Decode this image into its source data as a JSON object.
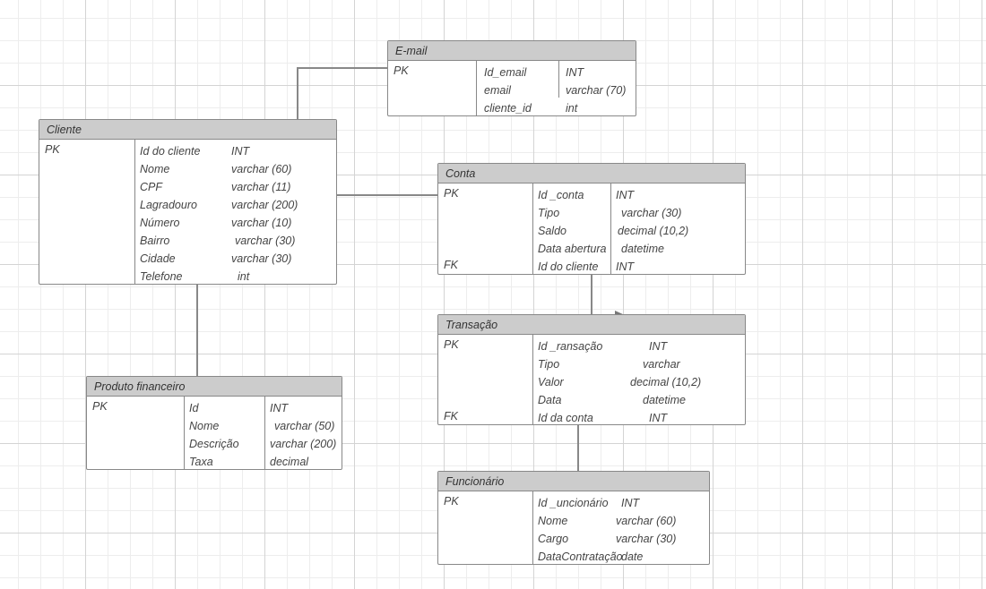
{
  "diagram": {
    "title": "ER Diagram",
    "background": "#ffffff",
    "grid_minor_color": "#ededed",
    "grid_major_color": "#d4d4d4",
    "header_fill": "#cccccc",
    "border_color": "#888888",
    "connector_color": "#888888"
  },
  "entities": [
    {
      "id": "email",
      "name": "E-mail",
      "keys": [
        {
          "label": "PK",
          "row": 0
        }
      ],
      "fields": [
        {
          "name": "Id_email",
          "type": "INT"
        },
        {
          "name": "email",
          "type": "varchar (70)"
        },
        {
          "name": "cliente_id",
          "type": "int"
        }
      ]
    },
    {
      "id": "cliente",
      "name": "Cliente",
      "keys": [
        {
          "label": "PK",
          "row": 0
        }
      ],
      "fields": [
        {
          "name": "Id do cliente",
          "type": "INT"
        },
        {
          "name": "Nome",
          "type": "varchar (60)"
        },
        {
          "name": "CPF",
          "type": "varchar (11)"
        },
        {
          "name": "Lagradouro",
          "type": "varchar (200)"
        },
        {
          "name": "Número",
          "type": "varchar (10)"
        },
        {
          "name": "Bairro",
          "type": "varchar (30)"
        },
        {
          "name": "Cidade",
          "type": "varchar (30)"
        },
        {
          "name": "Telefone",
          "type": "int"
        }
      ]
    },
    {
      "id": "conta",
      "name": "Conta",
      "keys": [
        {
          "label": "PK",
          "row": 0
        },
        {
          "label": "FK",
          "row": 4
        }
      ],
      "fields": [
        {
          "name": "Id _conta",
          "type": "INT"
        },
        {
          "name": "Tipo",
          "type": "varchar (30)"
        },
        {
          "name": "Saldo",
          "type": "decimal (10,2)"
        },
        {
          "name": "Data abertura",
          "type": "datetime"
        },
        {
          "name": "Id do cliente",
          "type": "INT"
        }
      ]
    },
    {
      "id": "transacao",
      "name": "Transação",
      "keys": [
        {
          "label": "PK",
          "row": 0
        },
        {
          "label": "FK",
          "row": 4
        }
      ],
      "fields": [
        {
          "name": "Id _ransação",
          "type": "INT"
        },
        {
          "name": "Tipo",
          "type": "varchar"
        },
        {
          "name": "Valor",
          "type": "decimal  (10,2)"
        },
        {
          "name": "Data",
          "type": "datetime"
        },
        {
          "name": "Id da conta",
          "type": "INT"
        }
      ]
    },
    {
      "id": "produto",
      "name": "Produto financeiro",
      "keys": [
        {
          "label": "PK",
          "row": 0
        }
      ],
      "fields": [
        {
          "name": "Id",
          "type": "INT"
        },
        {
          "name": "Nome",
          "type": "varchar (50)"
        },
        {
          "name": "Descrição",
          "type": "varchar (200)"
        },
        {
          "name": "Taxa",
          "type": "decimal"
        }
      ]
    },
    {
      "id": "funcionario",
      "name": "Funcionário",
      "keys": [
        {
          "label": "PK",
          "row": 0
        }
      ],
      "fields": [
        {
          "name": "Id _uncionário",
          "type": "INT"
        },
        {
          "name": "Nome",
          "type": "varchar (60)"
        },
        {
          "name": "Cargo",
          "type": "varchar (30)"
        },
        {
          "name": "DataContratação",
          "type": "date"
        }
      ]
    }
  ],
  "relationships": [
    {
      "from": "cliente",
      "to": "email",
      "kind": "elbow"
    },
    {
      "from": "cliente",
      "to": "conta",
      "kind": "straight"
    },
    {
      "from": "cliente",
      "to": "produto",
      "kind": "vertical"
    },
    {
      "from": "conta",
      "to": "transacao",
      "kind": "vertical-arrow"
    },
    {
      "from": "transacao",
      "to": "funcionario",
      "kind": "vertical"
    }
  ]
}
